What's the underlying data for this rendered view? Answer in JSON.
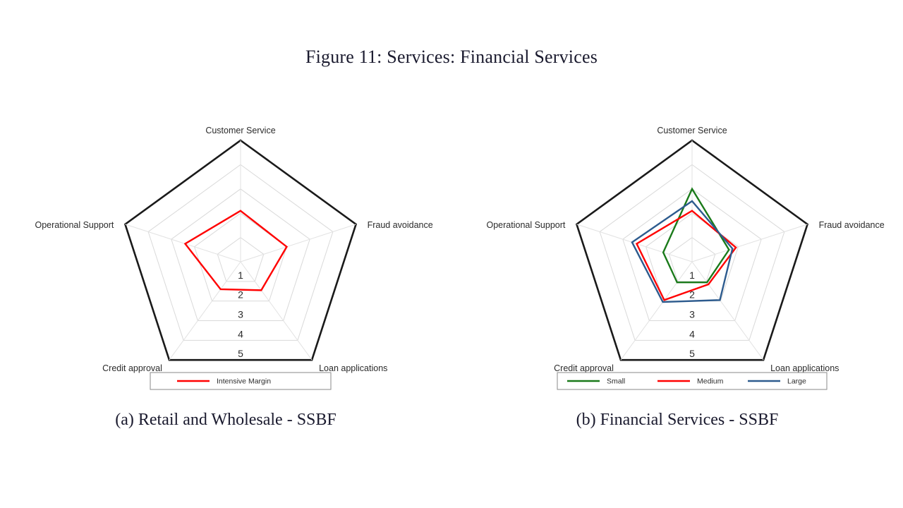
{
  "figure": {
    "title": "Figure 11:  Services: Financial Services"
  },
  "panels": [
    {
      "id": "panel-a",
      "subcaption": "(a) Retail and Wholesale - SSBF",
      "legend": [
        {
          "label": "Intensive Margin",
          "color": "#ff0000"
        }
      ]
    },
    {
      "id": "panel-b",
      "subcaption": "(b) Financial Services - SSBF",
      "legend": [
        {
          "label": "Small",
          "color": "#1a7a1a"
        },
        {
          "label": "Medium",
          "color": "#ff0000"
        },
        {
          "label": "Large",
          "color": "#2d5b8e"
        }
      ]
    }
  ],
  "chart_data": [
    {
      "type": "radar",
      "title": "(a) Retail and Wholesale - SSBF",
      "categories": [
        "Customer Service",
        "Fraud avoidance",
        "Loan applications",
        "Credit approval",
        "Operational Support"
      ],
      "tick_labels": [
        "1",
        "2",
        "3",
        "4",
        "5"
      ],
      "rlim": [
        0,
        5
      ],
      "r_inverted": true,
      "grid": true,
      "legend_position": "bottom",
      "series": [
        {
          "name": "Intensive Margin",
          "color": "#ff0000",
          "values": [
            2.1,
            2.0,
            1.45,
            1.4,
            2.4
          ]
        }
      ]
    },
    {
      "type": "radar",
      "title": "(b) Financial Services - SSBF",
      "categories": [
        "Customer Service",
        "Fraud avoidance",
        "Loan applications",
        "Credit approval",
        "Operational Support"
      ],
      "tick_labels": [
        "1",
        "2",
        "3",
        "4",
        "5"
      ],
      "rlim": [
        0,
        5
      ],
      "r_inverted": true,
      "grid": true,
      "legend_position": "bottom",
      "series": [
        {
          "name": "Small",
          "color": "#1a7a1a",
          "values": [
            3.0,
            1.6,
            1.05,
            1.05,
            1.25
          ]
        },
        {
          "name": "Medium",
          "color": "#ff0000",
          "values": [
            2.1,
            1.9,
            1.15,
            1.95,
            2.4
          ]
        },
        {
          "name": "Large",
          "color": "#2d5b8e",
          "values": [
            2.5,
            1.75,
            1.95,
            2.05,
            2.6
          ]
        }
      ]
    }
  ]
}
